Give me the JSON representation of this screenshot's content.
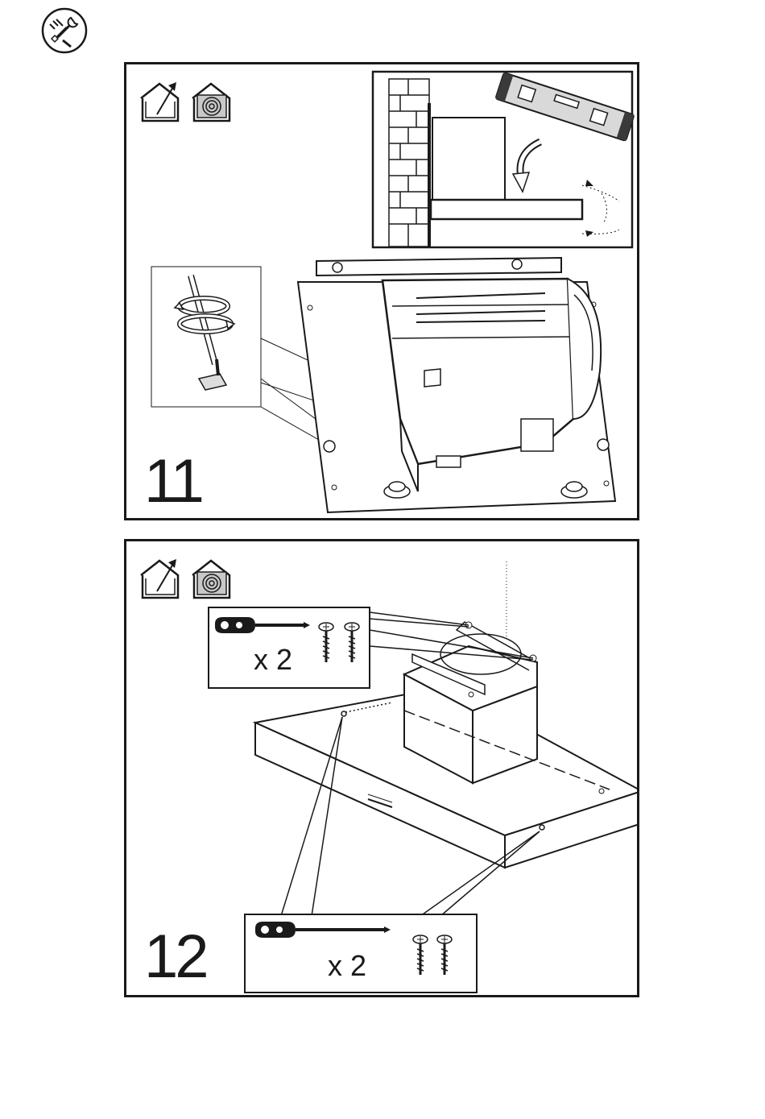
{
  "header": {
    "icon": "tools-icon"
  },
  "steps": [
    {
      "number": "11",
      "icons": [
        "ducted-mode-icon",
        "recirculation-mode-icon"
      ],
      "details": [
        "wall-bracket-level-detail",
        "screw-adjust-detail"
      ]
    },
    {
      "number": "12",
      "icons": [
        "ducted-mode-icon",
        "recirculation-mode-icon"
      ],
      "callouts": [
        {
          "tool": "screwdriver-icon",
          "part": "screw-icon",
          "quantity": "x 2"
        },
        {
          "tool": "screwdriver-icon",
          "part": "screw-icon",
          "quantity": "x 2"
        }
      ]
    }
  ],
  "colors": {
    "line": "#1a1a1a",
    "panel_bg": "#ffffff",
    "level_body": "#d9d9d9"
  }
}
